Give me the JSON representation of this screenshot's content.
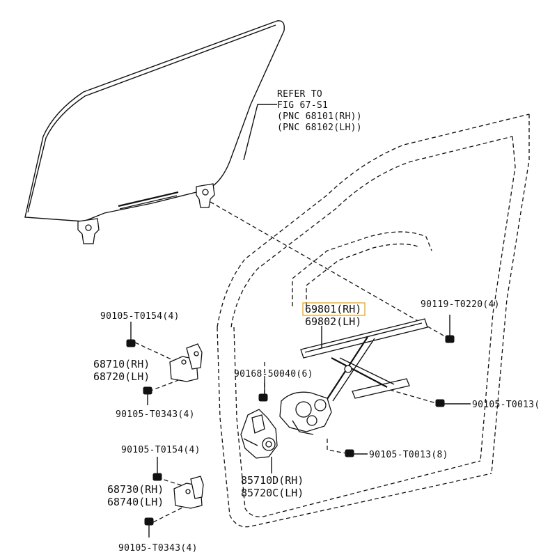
{
  "refer": {
    "line1": "REFER TO",
    "line2": "FIG 67-S1",
    "line3": "(PNC 68101(RH))",
    "line4": "(PNC 68102(LH))"
  },
  "labels": {
    "regulator_rh": "69801(RH)",
    "regulator_lh": "69802(LH)",
    "bolt_upper_right": "90119-T0220(4)",
    "bolt_mid_right": "90105-T0013(",
    "bolt_lower_right": "90105-T0013(8)",
    "screw_center": "90168-50040(6)",
    "motor_rh": "85710D(RH)",
    "motor_lh": "85720C(LH)",
    "upper_hinge_bolt_top": "90105-T0154(4)",
    "upper_hinge_rh": "68710(RH)",
    "upper_hinge_lh": "68720(LH)",
    "upper_hinge_bolt_bottom": "90105-T0343(4)",
    "lower_hinge_bolt_top": "90105-T0154(4)",
    "lower_hinge_rh": "68730(RH)",
    "lower_hinge_lh": "68740(LH)",
    "lower_hinge_bolt_bottom": "90105-T0343(4)"
  },
  "colors": {
    "line": "#111111",
    "highlight": "#e8a100",
    "background": "#ffffff"
  }
}
